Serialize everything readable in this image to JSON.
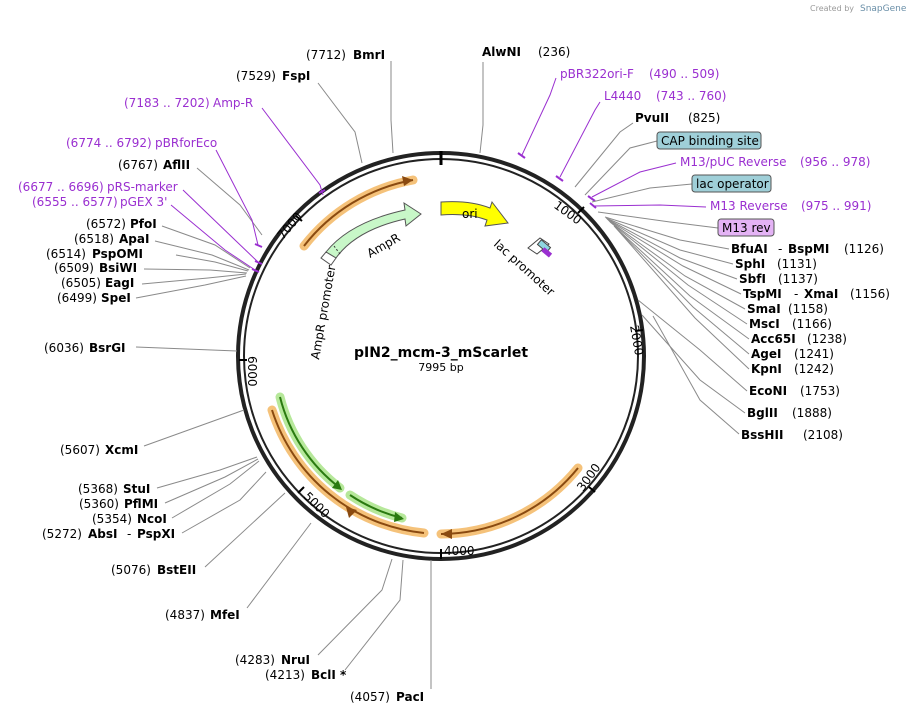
{
  "plasmid": {
    "name": "pIN2_mcm-3_mScarlet",
    "length_label": "7995 bp"
  },
  "brand": {
    "created_by": "Created by",
    "app": "SnapGene"
  },
  "ticks": [
    "1000",
    "2000",
    "3000",
    "4000",
    "5000",
    "6000",
    "7000"
  ],
  "sites": [
    {
      "name": "BmrI",
      "pos": "(7712)"
    },
    {
      "name": "FspI",
      "pos": "(7529)"
    },
    {
      "name": "AflII",
      "pos": "(6767)"
    },
    {
      "name": "PfoI",
      "pos": "(6572)"
    },
    {
      "name": "ApaI",
      "pos": "(6518)"
    },
    {
      "name": "PspOMI",
      "pos": "(6514)"
    },
    {
      "name": "BsiWI",
      "pos": "(6509)"
    },
    {
      "name": "EagI",
      "pos": "(6505)"
    },
    {
      "name": "SpeI",
      "pos": "(6499)"
    },
    {
      "name": "BsrGI",
      "pos": "(6036)"
    },
    {
      "name": "XcmI",
      "pos": "(5607)"
    },
    {
      "name": "StuI",
      "pos": "(5368)"
    },
    {
      "name": "PflMI",
      "pos": "(5360)"
    },
    {
      "name": "NcoI",
      "pos": "(5354)"
    },
    {
      "name": "AbsI",
      "name2": "PspXI",
      "pos": "(5272)"
    },
    {
      "name": "BstEII",
      "pos": "(5076)"
    },
    {
      "name": "MfeI",
      "pos": "(4837)"
    },
    {
      "name": "NruI",
      "pos": "(4283)"
    },
    {
      "name": "BclI *",
      "pos": "(4213)"
    },
    {
      "name": "PacI",
      "pos": "(4057)"
    },
    {
      "name": "AlwNI",
      "pos": "(236)"
    },
    {
      "name": "PvuII",
      "pos": "(825)"
    },
    {
      "name": "BfuAI",
      "name2": "BspMI",
      "pos": "(1126)"
    },
    {
      "name": "SphI",
      "pos": "(1131)"
    },
    {
      "name": "SbfI",
      "pos": "(1137)"
    },
    {
      "name": "TspMI",
      "name2": "XmaI",
      "pos": "(1156)"
    },
    {
      "name": "SmaI",
      "pos": "(1158)"
    },
    {
      "name": "MscI",
      "pos": "(1166)"
    },
    {
      "name": "Acc65I",
      "pos": "(1238)"
    },
    {
      "name": "AgeI",
      "pos": "(1241)"
    },
    {
      "name": "KpnI",
      "pos": "(1242)"
    },
    {
      "name": "EcoNI",
      "pos": "(1753)"
    },
    {
      "name": "BglII",
      "pos": "(1888)"
    },
    {
      "name": "BssHII",
      "pos": "(2108)"
    }
  ],
  "primers": [
    {
      "name": "Amp-R",
      "range": "(7183 .. 7202)"
    },
    {
      "name": "pBRforEco",
      "range": "(6774 .. 6792)"
    },
    {
      "name": "pRS-marker",
      "range": "(6677 .. 6696)"
    },
    {
      "name": "pGEX 3'",
      "range": "(6555 .. 6577)"
    },
    {
      "name": "pBR322ori-F",
      "range": "(490 .. 509)"
    },
    {
      "name": "L4440",
      "range": "(743 .. 760)"
    },
    {
      "name": "M13/pUC Reverse",
      "range": "(956 .. 978)"
    },
    {
      "name": "M13 Reverse",
      "range": "(975 .. 991)"
    }
  ],
  "boxed_features": [
    {
      "name": "CAP binding site"
    },
    {
      "name": "lac operator"
    },
    {
      "name": "M13 rev"
    }
  ],
  "features": {
    "ori": "ori",
    "lac_promoter": "lac promoter",
    "ampr": "AmpR",
    "ampr_promoter": "AmpR promoter"
  },
  "colors": {
    "ring": "#222222",
    "primer": "#9a2fd0",
    "orf_orange": "#f5c27a",
    "orf_green": "#b6e89a",
    "ori_yellow": "#ffff00",
    "ampr_fill": "#c8f7c8",
    "cap_box": "#9fcfd8",
    "m13_box": "#e4b3f5"
  }
}
